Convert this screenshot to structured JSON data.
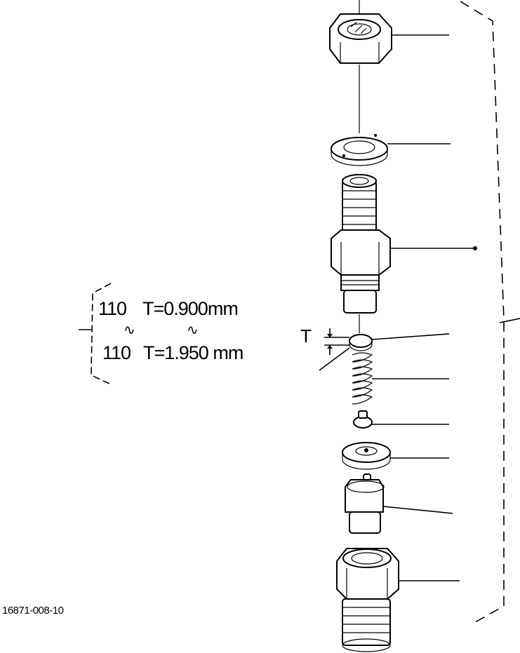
{
  "spec": {
    "row1_part": "110",
    "row1_thickness": "T=0.900mm",
    "row2_part": "110",
    "row2_thickness": "T=1.950 mm",
    "tilde_glyph": "∿"
  },
  "dimension_label": "T",
  "drawing_number": "16871-008-10",
  "icons": [
    "nut-icon",
    "washer-icon",
    "holder-body-icon",
    "shim-icon",
    "spring-icon",
    "spacer-icon",
    "intermediate-disc-icon",
    "nozzle-icon",
    "nozzle-nut-icon"
  ]
}
